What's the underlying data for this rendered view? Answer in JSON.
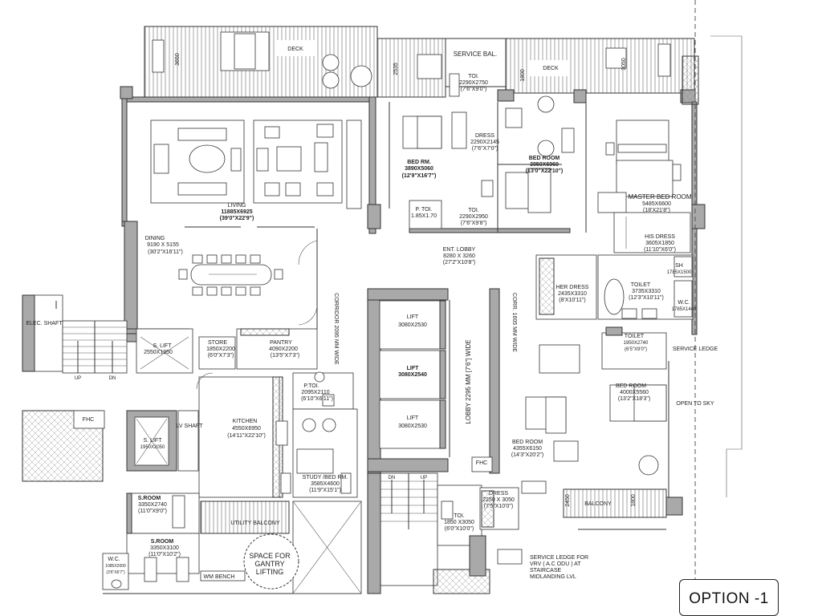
{
  "title": "OPTION -1",
  "rooms": {
    "deck_left": "DECK",
    "deck_right": "DECK",
    "service_bal": "SERVICE BAL.",
    "toilet_top_name": "TOI.",
    "toilet_top_size": "2290X2750",
    "toilet_top_ft": "(7'6\"X9'0\")",
    "dress1_name": "DRESS",
    "dress1_size": "2290X2145",
    "dress1_ft": "(7'6\"X7'0\")",
    "bed1_name": "BED RM.",
    "bed1_size": "3890X5060",
    "bed1_ft": "(12'9\"X16'7\")",
    "bed2_name": "BED ROOM",
    "bed2_size": "3950X6960",
    "bed2_ft": "(13'0\"X22'10\")",
    "ptoi_top_name": "P. TOI.",
    "ptoi_top_size": "1.85X1.70",
    "toi2_name": "TOI.",
    "toi2_size": "2290X2950",
    "toi2_ft": "(7'6\"X9'8\")",
    "living_name": "LIVING",
    "living_size": "11885X6925",
    "living_ft": "(39'0\"X22'9\")",
    "master_name": "MASTER BED ROOM",
    "master_size": "5485X6600",
    "master_ft": "(18'X21'8\")",
    "his_dress_name": "HIS DRESS",
    "his_dress_size": "3605X1850",
    "his_dress_ft": "(11'10\"X6'0\")",
    "dining_name": "DINING",
    "dining_size": "9190 X 5155",
    "dining_ft": "(30'2\"X16'11\")",
    "ent_lobby_name": "ENT. LOBBY",
    "ent_lobby_size": "8280 X 3260",
    "ent_lobby_ft": "(27'2\"X10'8\")",
    "sh": "SH",
    "sh_size": "1785X1500",
    "her_dress_name": "HER DRESS",
    "her_dress_size": "2435X3310",
    "her_dress_ft": "(8'X10'11\")",
    "toilet_m_name": "TOILET",
    "toilet_m_size": "3735X3310",
    "toilet_m_ft": "(12'3\"X10'11\")",
    "wc_right": "W.C.",
    "wc_right_size": "1785X1440",
    "elec_shaft": "ELEC. SHAFT",
    "s_lift_top": "S. LIFT",
    "s_lift_top_size": "2550X1950",
    "store_name": "STORE",
    "store_size": "1850X2200",
    "store_ft": "(6'0\"X7'3\")",
    "pantry_name": "PANTRY",
    "pantry_size": "4090X2200",
    "pantry_ft": "(13'5\"X7'3\")",
    "corridor": "CORRIDOR 2095 MM WIDE",
    "lift1": "LIFT",
    "lift1_size": "3080X2530",
    "lift2": "LIFT",
    "lift2_size": "3080X2540",
    "lift3": "LIFT",
    "lift3_size": "3080X2530",
    "lobby_wide": "LOBBY 2295 MM [7'6\"] WIDE",
    "corr_right": "CORR. 1605 MM WIDE",
    "toilet2_name": "TOILET",
    "toilet2_size": "1950X2740",
    "toilet2_ft": "(6'5\"X9'0\")",
    "service_ledge": "SERVICE LEDGE",
    "open_to_sky": "OPEN TO SKY",
    "bed3_name": "BED ROOM",
    "bed3_size": "4000X5560",
    "bed3_ft": "(13'2\"X18'3\")",
    "ptoi_mid_name": "P.TOI.",
    "ptoi_mid_size": "2095X2110",
    "ptoi_mid_ft": "(6'10\"X6'11\")",
    "kitchen_name": "KITCHEN",
    "kitchen_size": "4550X6950",
    "kitchen_ft": "(14'11\"X22'10\")",
    "fhc_left": "FHC",
    "s_lift_bottom": "S. LIFT",
    "s_lift_bottom_size": "1950X2050",
    "lv_shaft": "LV SHAFT",
    "study_name": "STUDY /BED RM.",
    "study_size": "3585X4600",
    "study_ft": "(11'9\"X15'1\")",
    "bed4_name": "BED ROOM",
    "bed4_size": "4355X6150",
    "bed4_ft": "(14'3\"X20'2\")",
    "fhc_right": "FHC",
    "sroom1_name": "S.ROOM",
    "sroom1_size": "3350X2740",
    "sroom1_ft": "(11'0\"X9'0\")",
    "sroom2_name": "S.ROOM",
    "sroom2_size": "3350X3100",
    "sroom2_ft": "(11'0\"X10'2\")",
    "wc_left": "W.C.",
    "wc_left_size": "1085X2000",
    "wc_left_ft": "(3'6\"X6'7\")",
    "utility_balcony": "UTILITY BALCONY",
    "wm_bench": "WM BENCH",
    "gantry_line1": "SPACE FOR",
    "gantry_line2": "GANTRY",
    "gantry_line3": "LIFTING",
    "dress2_name": "DRESS",
    "dress2_size": "2250 X 3050",
    "dress2_ft": "(7'5\"X10'0\")",
    "toi3_name": "TOI.",
    "toi3_size": "1850 X3050",
    "toi3_ft": "(6'0\"X10'0\")",
    "balcony": "BALCONY",
    "service_ledge_vrv_1": "SERVICE LEDGE FOR",
    "service_ledge_vrv_2": "VRV ( A.C ODU ) AT",
    "service_ledge_vrv_3": "STAIRCASE",
    "service_ledge_vrv_4": "MIDLANDING LVL"
  },
  "dimensions": {
    "d3650": "3650",
    "d2535": "2535",
    "d1800_top": "1800",
    "d3050": "3050",
    "d2450": "2450",
    "d1800_bottom": "1800"
  },
  "stairs": {
    "up_left": "UP",
    "dn_left": "DN",
    "dn_right": "DN",
    "up_right": "UP"
  }
}
